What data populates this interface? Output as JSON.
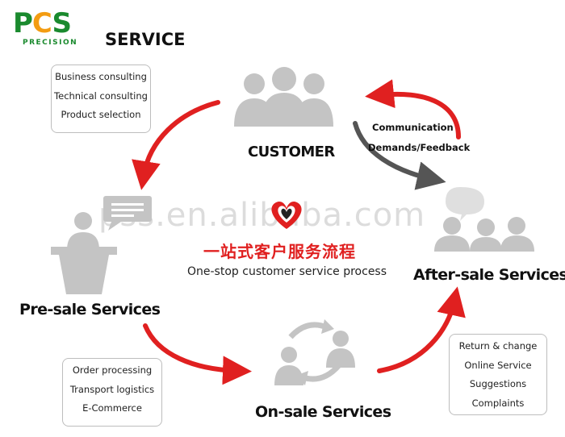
{
  "logo": {
    "main": "PCS",
    "sub": "PRECISION"
  },
  "header": {
    "title": "SERVICE"
  },
  "watermark": "pss.en.alibaba.com",
  "center": {
    "title_cn": "一站式客户服务流程",
    "title_en": "One-stop customer service process"
  },
  "stages": {
    "customer": "CUSTOMER",
    "pre_sale": "Pre-sale Services",
    "on_sale": "On-sale Services",
    "after_sale": "After-sale Services"
  },
  "feedback_labels": [
    "Communication",
    "Demands/Feedback"
  ],
  "boxes": {
    "pre_sale": [
      "Business consulting",
      "Technical consulting",
      "Product selection"
    ],
    "on_sale": [
      "Order processing",
      "Transport logistics",
      "E-Commerce"
    ],
    "after_sale": [
      "Return & change",
      "Online Service",
      "Suggestions",
      "Complaints"
    ]
  },
  "colors": {
    "logo_green": "#1a8a2e",
    "logo_orange": "#f39c12",
    "arrow_red": "#e02020",
    "arrow_gray": "#555555",
    "icon_gray": "#c4c4c4"
  },
  "icons": [
    "people-group-icon",
    "speaker-podium-icon",
    "cycle-people-icon",
    "support-team-icon",
    "heart-logo-icon"
  ]
}
